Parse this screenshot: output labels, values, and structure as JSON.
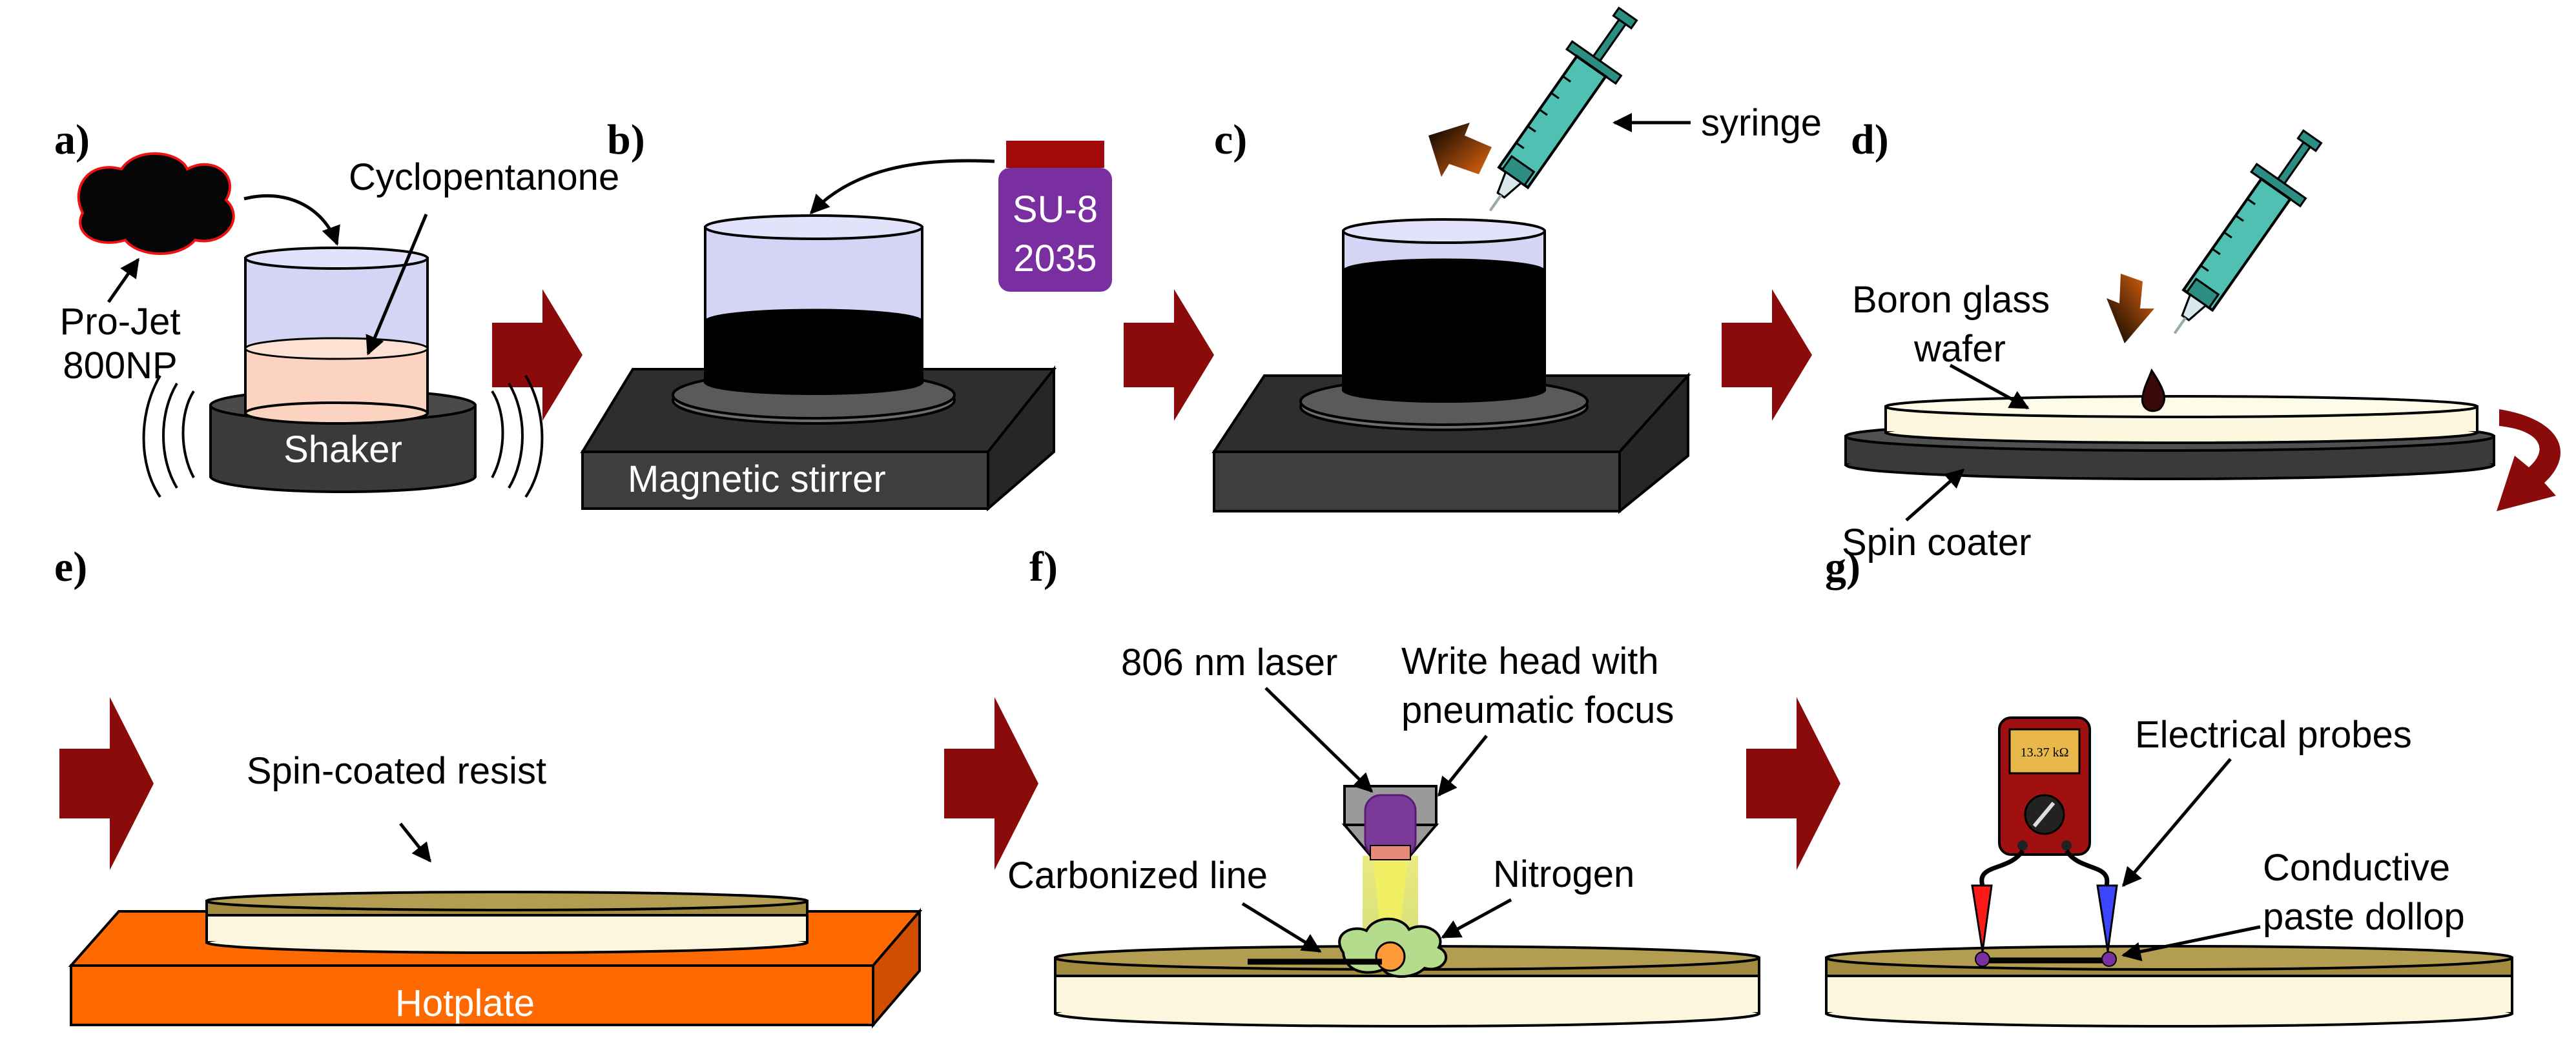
{
  "colors": {
    "arrow": "#8b0a0a",
    "dark_device": "#3a3a3a",
    "beaker_glass": "#d4d4f4",
    "solvent": "#fbd3c0",
    "resist_black": "#000000",
    "wafer": "#fbf6dd",
    "coated_resist": "#a08b3e",
    "hotplate": "#ff6a00",
    "su8_bottle": "#7a2fa0",
    "su8_cap": "#a00a0a",
    "syringe": "#44b2a6",
    "laser_beam": "#ecec6a",
    "nitrogen_cloud": "#b4dc8c",
    "probe_red": "#ff1a1a",
    "probe_blue": "#3a46ff",
    "multimeter": "#a01010"
  },
  "panels": [
    {
      "id": "a",
      "label": "a)"
    },
    {
      "id": "b",
      "label": "b)"
    },
    {
      "id": "c",
      "label": "c)"
    },
    {
      "id": "d",
      "label": "d)"
    },
    {
      "id": "e",
      "label": "e)"
    },
    {
      "id": "f",
      "label": "f)"
    },
    {
      "id": "g",
      "label": "g)"
    }
  ],
  "labels": {
    "a": {
      "particles_1": "Pro-Jet",
      "particles_2": "800NP",
      "solvent": "Cyclopentanone",
      "device": "Shaker"
    },
    "b": {
      "bottle_1": "SU-8",
      "bottle_2": "2035",
      "device": "Magnetic  stirrer"
    },
    "c": {
      "tool": "syringe"
    },
    "d": {
      "wafer_1": "Boron glass",
      "wafer_2": "wafer",
      "device": "Spin coater"
    },
    "e": {
      "resist": "Spin-coated resist",
      "device": "Hotplate"
    },
    "f": {
      "laser": "806 nm laser",
      "head_1": "Write head with",
      "head_2": "pneumatic focus",
      "line": "Carbonized line",
      "gas": "Nitrogen"
    },
    "g": {
      "meter_reading": "13.37 kΩ",
      "probes": "Electrical probes",
      "paste_1": "Conductive",
      "paste_2": "paste dollop"
    }
  }
}
